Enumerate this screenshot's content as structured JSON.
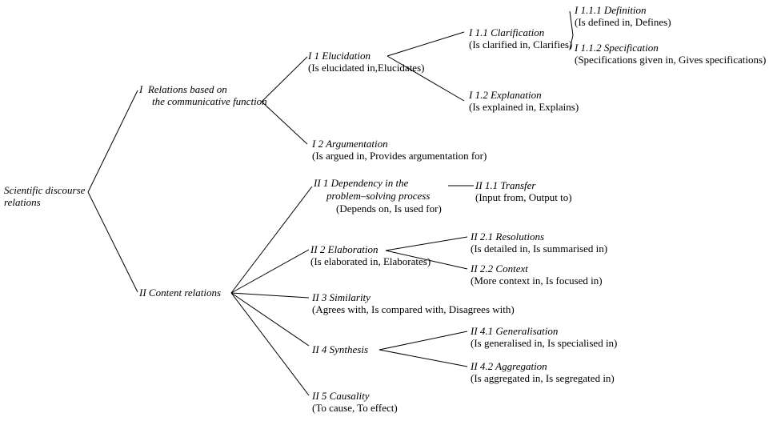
{
  "diagram": {
    "title": "Scientific discourse relations taxonomy",
    "background": "#ffffff",
    "line_color": "#000000",
    "root": {
      "line1": "Scientific discourse",
      "line2": "relations"
    },
    "nodes": {
      "I": {
        "num": "I",
        "line1": "Relations based on",
        "line2": "the communicative function"
      },
      "I1": {
        "name": "I 1 Elucidation",
        "relations": "(Is elucidated in,Elucidates)"
      },
      "I11": {
        "name": "I 1.1 Clarification",
        "relations": "(Is clarified in, Clarifies)"
      },
      "I111": {
        "name": "I 1.1.1 Definition",
        "relations": "(Is defined in, Defines)"
      },
      "I112": {
        "name": "I 1.1.2 Specification",
        "relations": "(Specifications given in, Gives specifications)"
      },
      "I12": {
        "name": "I 1.2 Explanation",
        "relations": "(Is explained in, Explains)"
      },
      "I2": {
        "name": "I 2 Argumentation",
        "relations": "(Is argued in, Provides argumentation for)"
      },
      "II": {
        "name": "II   Content relations"
      },
      "II1": {
        "num": "II 1",
        "line1": "Dependency in the",
        "line2": "problem–solving process",
        "relations": "(Depends on, Is used for)"
      },
      "II11": {
        "name": "II 1.1 Transfer",
        "relations": "(Input from, Output to)"
      },
      "II2": {
        "name": "II 2 Elaboration",
        "relations": "(Is elaborated in, Elaborates)"
      },
      "II21": {
        "name": "II 2.1 Resolutions",
        "relations": "(Is detailed in, Is summarised in)"
      },
      "II22": {
        "name": "II 2.2 Context",
        "relations": "(More context in, Is focused in)"
      },
      "II3": {
        "name": "II 3 Similarity",
        "relations": "(Agrees with, Is compared with, Disagrees with)"
      },
      "II4": {
        "name": "II 4 Synthesis"
      },
      "II41": {
        "name": "II 4.1 Generalisation",
        "relations": "(Is generalised in, Is specialised in)"
      },
      "II42": {
        "name": "II 4.2 Aggregation",
        "relations": "(Is aggregated in, Is segregated in)"
      },
      "II5": {
        "name": "II 5 Causality",
        "relations": "(To cause, To effect)"
      }
    }
  }
}
